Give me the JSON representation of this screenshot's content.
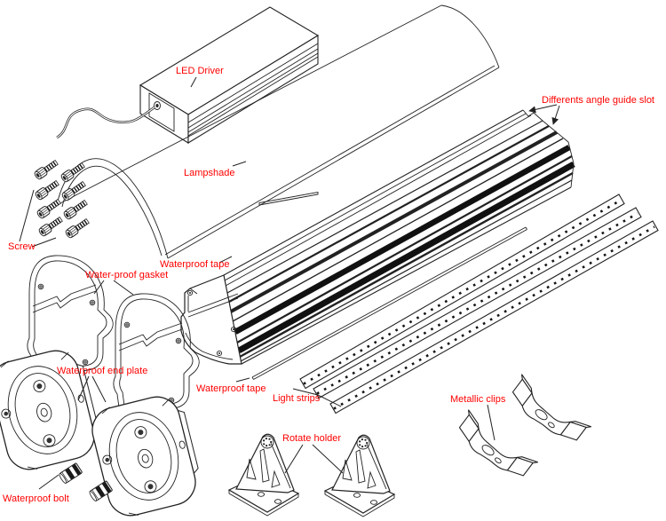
{
  "diagram": {
    "background": "#ffffff",
    "line_color": "#222222",
    "label_color": "#ff0000",
    "labels": {
      "led_driver": "LED Driver",
      "guide_slot": "Differents angle guide slot",
      "lampshade": "Lampshade",
      "waterproof_tape_upper": "Waterproof tape",
      "water_proof_gasket": "Water-proof gasket",
      "screw": "Screw",
      "waterproof_end_plate": "Waterproof end plate",
      "waterproof_tape_lower": "Waterproof tape",
      "light_strips": "Light strips",
      "rotate_holder": "Rotate holder",
      "metallic_clips": "Metallic clips",
      "waterproof_bolt": "Waterproof bolt"
    },
    "part_counts": {
      "screws": 8,
      "water_proof_gaskets": 2,
      "waterproof_end_plates": 2,
      "waterproof_bolts": 2,
      "light_strips": 3,
      "rotate_holders": 2,
      "metallic_clips": 2
    }
  }
}
